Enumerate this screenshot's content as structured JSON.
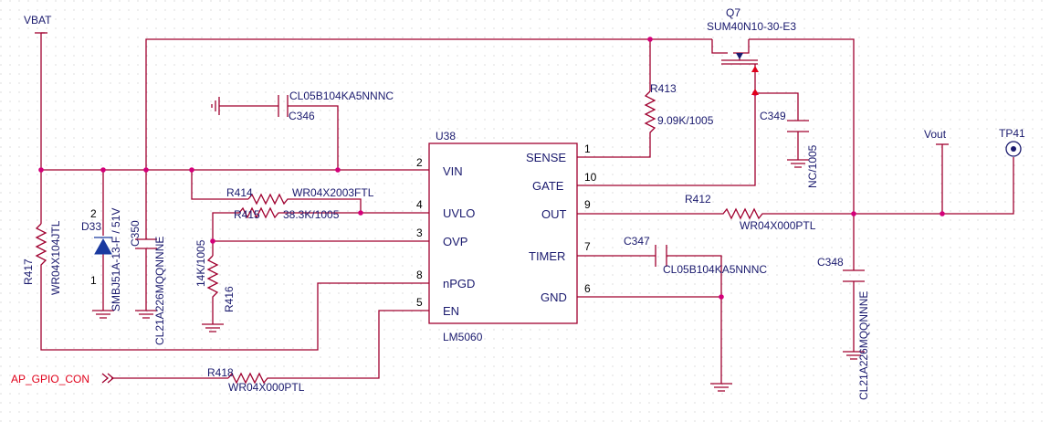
{
  "ic": {
    "refdes": "U38",
    "part": "LM5060",
    "pins_left": [
      {
        "num": "2",
        "name": "VIN"
      },
      {
        "num": "4",
        "name": "UVLO"
      },
      {
        "num": "3",
        "name": "OVP"
      },
      {
        "num": "8",
        "name": "nPGD"
      },
      {
        "num": "5",
        "name": "EN"
      }
    ],
    "pins_right": [
      {
        "num": "1",
        "name": "SENSE"
      },
      {
        "num": "10",
        "name": "GATE"
      },
      {
        "num": "9",
        "name": "OUT"
      },
      {
        "num": "7",
        "name": "TIMER"
      },
      {
        "num": "6",
        "name": "GND"
      }
    ]
  },
  "nets": {
    "vbat": "VBAT",
    "vout": "Vout",
    "tp": "TP41",
    "ap_gpio": "AP_GPIO_CON"
  },
  "mosfet": {
    "refdes": "Q7",
    "part": "SUM40N10-30-E3"
  },
  "components": {
    "c346": {
      "refdes": "C346",
      "value": "CL05B104KA5NNNC"
    },
    "r413": {
      "refdes": "R413",
      "value": "9.09K/1005"
    },
    "c349": {
      "refdes": "C349",
      "value": "NC/1005"
    },
    "r414": {
      "refdes": "R414",
      "value": "WR04X2003FTL"
    },
    "r415": {
      "refdes": "R415",
      "value": "38.3K/1005"
    },
    "r416": {
      "refdes": "R416",
      "value": "14K/1005"
    },
    "r412": {
      "refdes": "R412",
      "value": "WR04X000PTL"
    },
    "c347": {
      "refdes": "C347",
      "value": "CL05B104KA5NNNC"
    },
    "c348": {
      "refdes": "C348",
      "value": "CL21A226MQQNNNE"
    },
    "r417": {
      "refdes": "R417",
      "value": "WR04X104JTL"
    },
    "d33": {
      "refdes": "D33",
      "value": "SMBJ51A-13-F / 51V",
      "pin_a": "2",
      "pin_k": "1"
    },
    "c350": {
      "refdes": "C350",
      "value": "CL21A226MQQNNNE"
    },
    "r418": {
      "refdes": "R418",
      "value": "WR04X000PTL"
    }
  },
  "colors": {
    "wire": "#a0002f",
    "junction": "#d4007a",
    "label": "#1a1a6e",
    "net_label": "#e0001a"
  }
}
